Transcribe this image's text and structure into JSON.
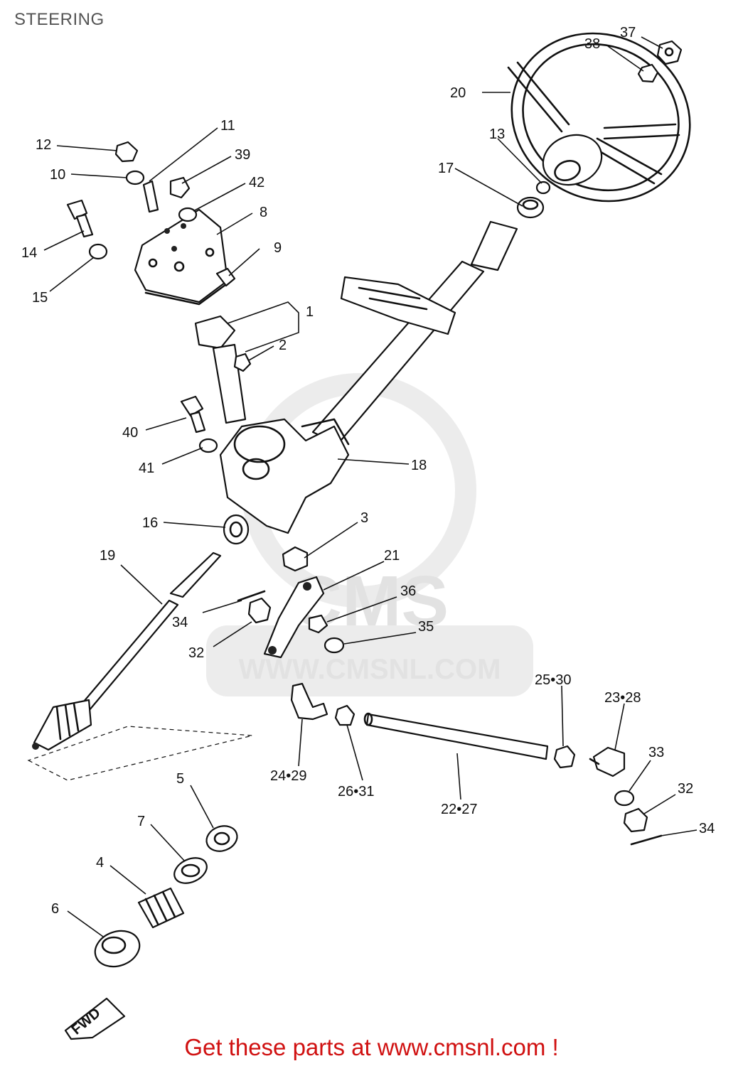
{
  "header": {
    "title": "STEERING"
  },
  "watermark": {
    "brand": "CMS",
    "site": "WWW.CMSNL.COM"
  },
  "footer": {
    "text": "Get these parts at www.cmsnl.com !",
    "color": "#d01010"
  },
  "parts": [
    "37",
    "38",
    "20",
    "13",
    "17",
    "12",
    "11",
    "10",
    "39",
    "42",
    "8",
    "14",
    "9",
    "15",
    "1",
    "2",
    "40",
    "18",
    "41",
    "16",
    "3",
    "19",
    "21",
    "36",
    "34",
    "35",
    "32",
    "25•30",
    "23•28",
    "33",
    "24•29",
    "26•31",
    "22•27",
    "5",
    "32",
    "34",
    "7",
    "4",
    "6"
  ],
  "direction_tag": "FWD"
}
